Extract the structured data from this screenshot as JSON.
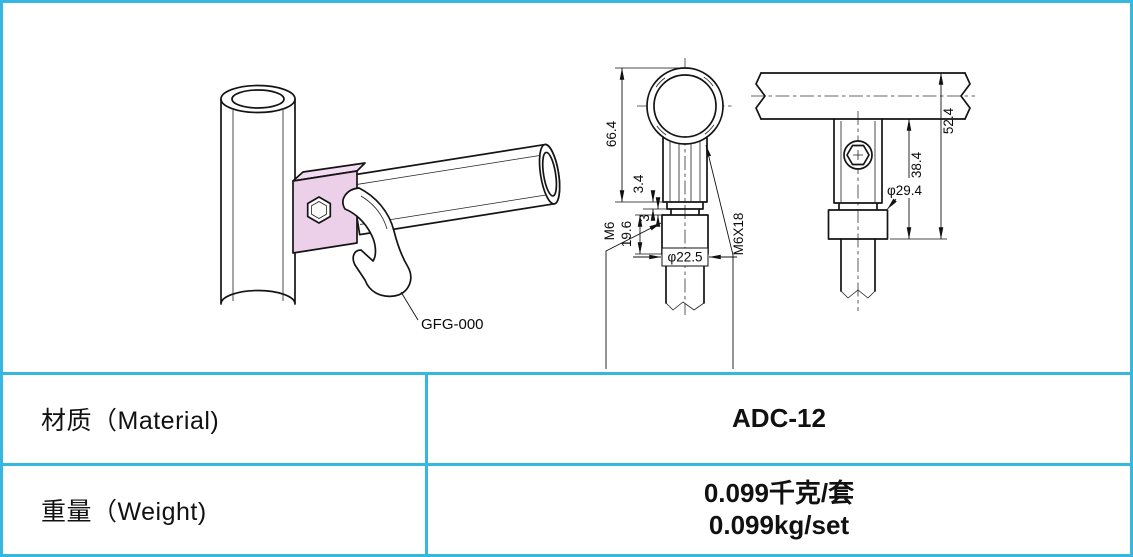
{
  "colors": {
    "frame_border": "#36b7df",
    "connector_fill": "#ecd0ea",
    "line_color": "#141414"
  },
  "drawing": {
    "part_label": "GFG-000",
    "front_view": {
      "height_total": "66.4",
      "step_upper": "3.4",
      "step_lower": "3",
      "boss_height": "19.6",
      "thread_spec": "M6",
      "boss_diameter": "φ22.5",
      "screw_spec": "M6X18"
    },
    "side_view": {
      "flange_diameter": "φ29.4",
      "height_to_flange": "38.4",
      "height_total": "52.4"
    }
  },
  "table": {
    "material_label": "材质（Material)",
    "material_value": "ADC-12",
    "weight_label": "重量（Weight)",
    "weight_value_line1": "0.099千克/套",
    "weight_value_line2": "0.099kg/set"
  }
}
